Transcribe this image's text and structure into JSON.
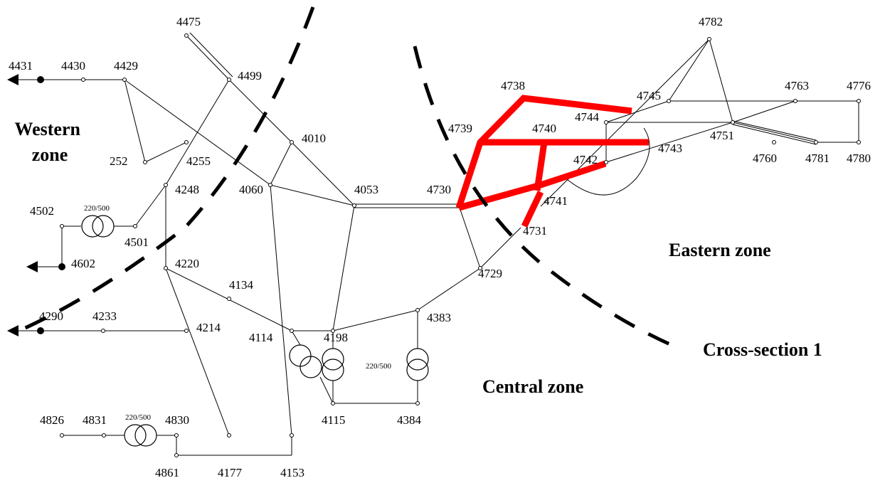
{
  "zones": {
    "western": [
      "Western",
      "zone"
    ],
    "eastern": "Eastern zone",
    "central": "Central zone"
  },
  "cross_section": "Cross-section 1",
  "transformer_rating": "220/500",
  "nodes": [
    "4475",
    "4431",
    "4430",
    "4429",
    "4499",
    "4010",
    "4060",
    "4053",
    "4730",
    "4738",
    "4739",
    "4740",
    "4742",
    "4741",
    "4731",
    "4729",
    "4744",
    "4745",
    "4743",
    "4751",
    "4760",
    "4781",
    "4780",
    "4763",
    "4776",
    "4782",
    "4255",
    "252",
    "4248",
    "4502",
    "4501",
    "4602",
    "4220",
    "4134",
    "4290",
    "4233",
    "4214",
    "4114",
    "4198",
    "4383",
    "4115",
    "4384",
    "4826",
    "4831",
    "4830",
    "4861",
    "4177",
    "4153"
  ],
  "highlight_color": "#ff0000"
}
